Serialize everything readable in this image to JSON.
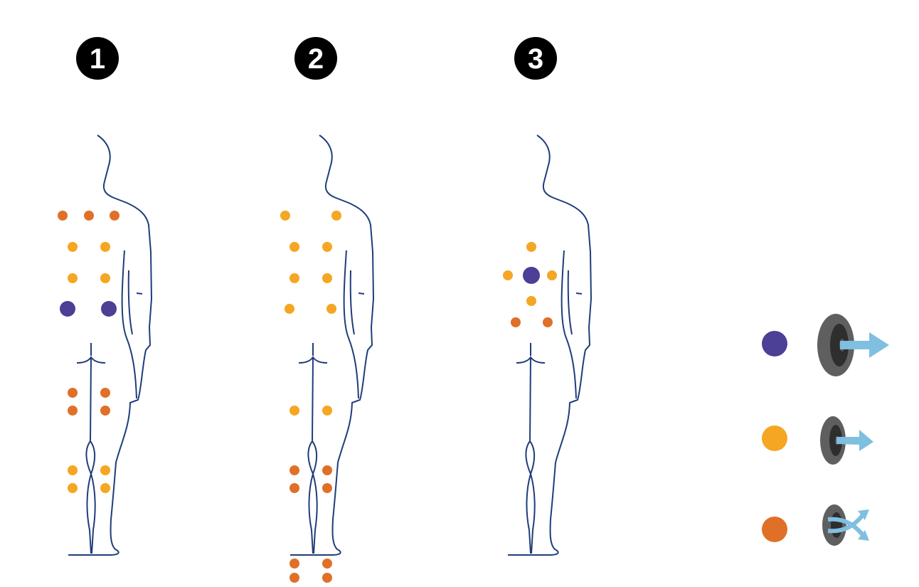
{
  "colors": {
    "outline": "#1f3d7a",
    "badge": "#000000",
    "purple": "#4b3f96",
    "yellow": "#f5a623",
    "orange": "#e07028",
    "device_outer": "#5f5f5f",
    "device_inner": "#2e2e2e",
    "device_core": "#555555",
    "arrow": "#7fbfe0"
  },
  "panels": [
    {
      "number": "1"
    },
    {
      "number": "2"
    },
    {
      "number": "3"
    }
  ],
  "legend": [
    {
      "dot_color": "purple",
      "device": "large-device-straight-arrow-icon"
    },
    {
      "dot_color": "yellow",
      "device": "medium-device-short-arrow-icon"
    },
    {
      "dot_color": "orange",
      "device": "small-device-crossed-arrows-icon"
    }
  ]
}
